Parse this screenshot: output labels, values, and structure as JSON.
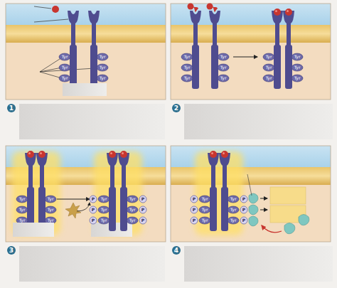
{
  "diagram": {
    "labels": [
      "1",
      "Tyr",
      "Tyr",
      "Tyr",
      "Tyr",
      "Tyr",
      "Tyr",
      "2",
      "Tyr",
      "Tyr",
      "Tyr",
      "Tyr",
      "Tyr",
      "Tyr",
      "Tyr",
      "Tyr",
      "Tyr",
      "Tyr",
      "Tyr",
      "Tyr",
      "3",
      "Tyr",
      "Tyr",
      "Tyr",
      "Tyr",
      "Tyr",
      "Tyr",
      "P",
      "Tyr",
      "P",
      "Tyr",
      "P",
      "Tyr",
      "P",
      "Tyr",
      "P",
      "Tyr",
      "P",
      "Tyr",
      "4",
      "P",
      "Tyr",
      "P",
      "Tyr",
      "P",
      "Tyr",
      "P",
      "Tyr",
      "P",
      "Tyr",
      "P",
      "Tyr"
    ]
  }
}
